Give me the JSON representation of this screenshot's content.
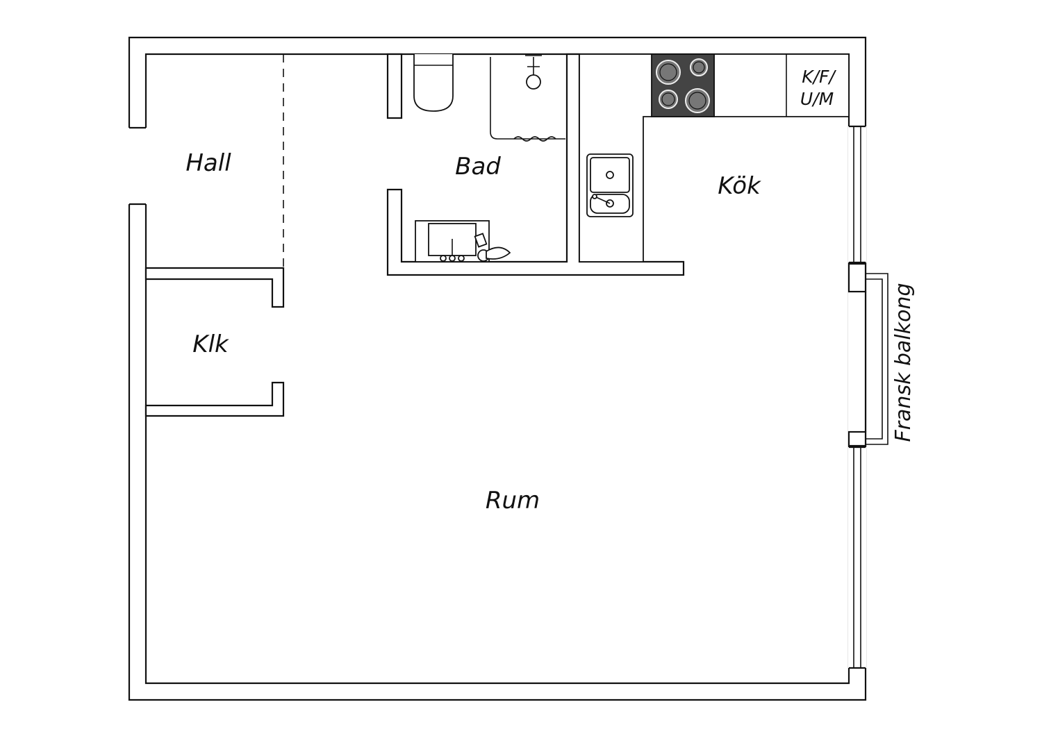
{
  "plan": {
    "rooms": {
      "hall": "Hall",
      "bad": "Bad",
      "kok": "Kök",
      "klk": "Klk",
      "rum": "Rum"
    },
    "appliance": {
      "line1": "K/F/",
      "line2": "U/M"
    },
    "balcony": "Fransk balkong",
    "colors": {
      "line": "#111111",
      "stove": "#444444",
      "burner": "#777777",
      "background": "#ffffff"
    }
  }
}
